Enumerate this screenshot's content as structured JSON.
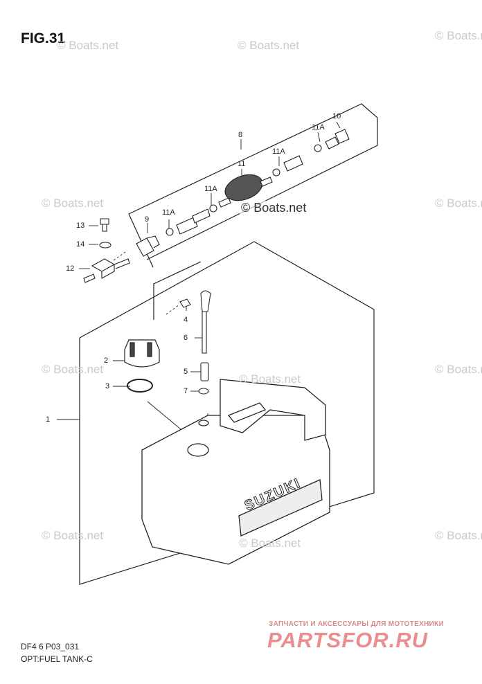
{
  "figure": {
    "title": "FIG.31"
  },
  "watermarks": [
    "© Boats.net",
    "© Boats.net",
    "© Boats.net",
    "© Boats.net",
    "© Boats.net",
    "© Boats.net",
    "© Boats.net",
    "© Boats.net",
    "© Boats.net",
    "© Boats.net",
    "© Boats.net",
    "© Boats.net"
  ],
  "callouts": {
    "c1": "1",
    "c2": "2",
    "c3": "3",
    "c4": "4",
    "c5": "5",
    "c6": "6",
    "c7": "7",
    "c8": "8",
    "c9": "9",
    "c10": "10",
    "c11": "11",
    "c11a_1": "11A",
    "c11a_2": "11A",
    "c11a_3": "11A",
    "c11a_4": "11A",
    "c12": "12",
    "c13": "13",
    "c14": "14"
  },
  "tank_logo": "SUZUKI",
  "footer": {
    "code": "DF4 6 P03_031",
    "caption": "OPT:FUEL TANK-C"
  },
  "brand": {
    "tagline": "ЗАПЧАСТИ И АКСЕССУАРЫ ДЛЯ МОТОТЕХНИКИ",
    "name": "PARTSFOR.RU"
  }
}
